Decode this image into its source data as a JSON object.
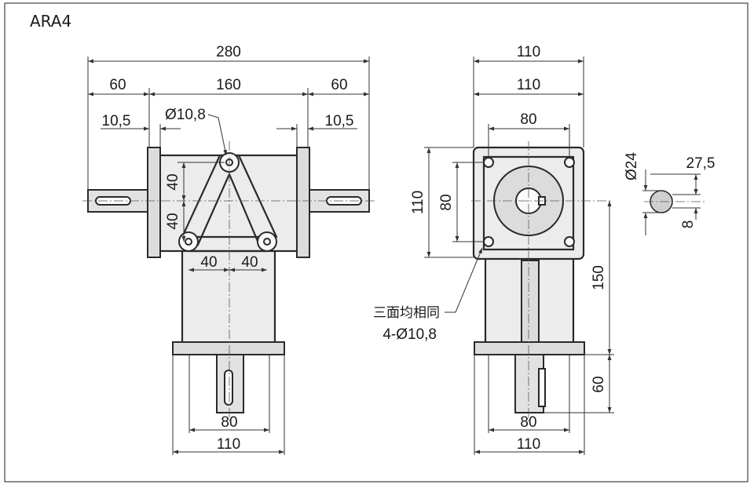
{
  "title": "ARA4",
  "front": {
    "overall_width": "280",
    "left_ext": "60",
    "center_width": "160",
    "right_ext": "60",
    "left_offset": "10,5",
    "right_offset": "10,5",
    "bolt_hole": "Ø10,8",
    "v_upper": "40",
    "v_lower": "40",
    "h_left": "40",
    "h_right": "40",
    "base_inner": "80",
    "base_outer": "110"
  },
  "side": {
    "top_outer": "110",
    "top_inner": "110",
    "bolt_spacing": "80",
    "height": "110",
    "v_bolt_spacing": "80",
    "center_height": "150",
    "shaft_len": "60",
    "base_inner": "80",
    "base_outer": "110",
    "note_line1": "三面均相同",
    "note_line2": "4-Ø10,8"
  },
  "shaft_section": {
    "diameter": "Ø24",
    "key_height": "27,5",
    "key_width": "8"
  }
}
